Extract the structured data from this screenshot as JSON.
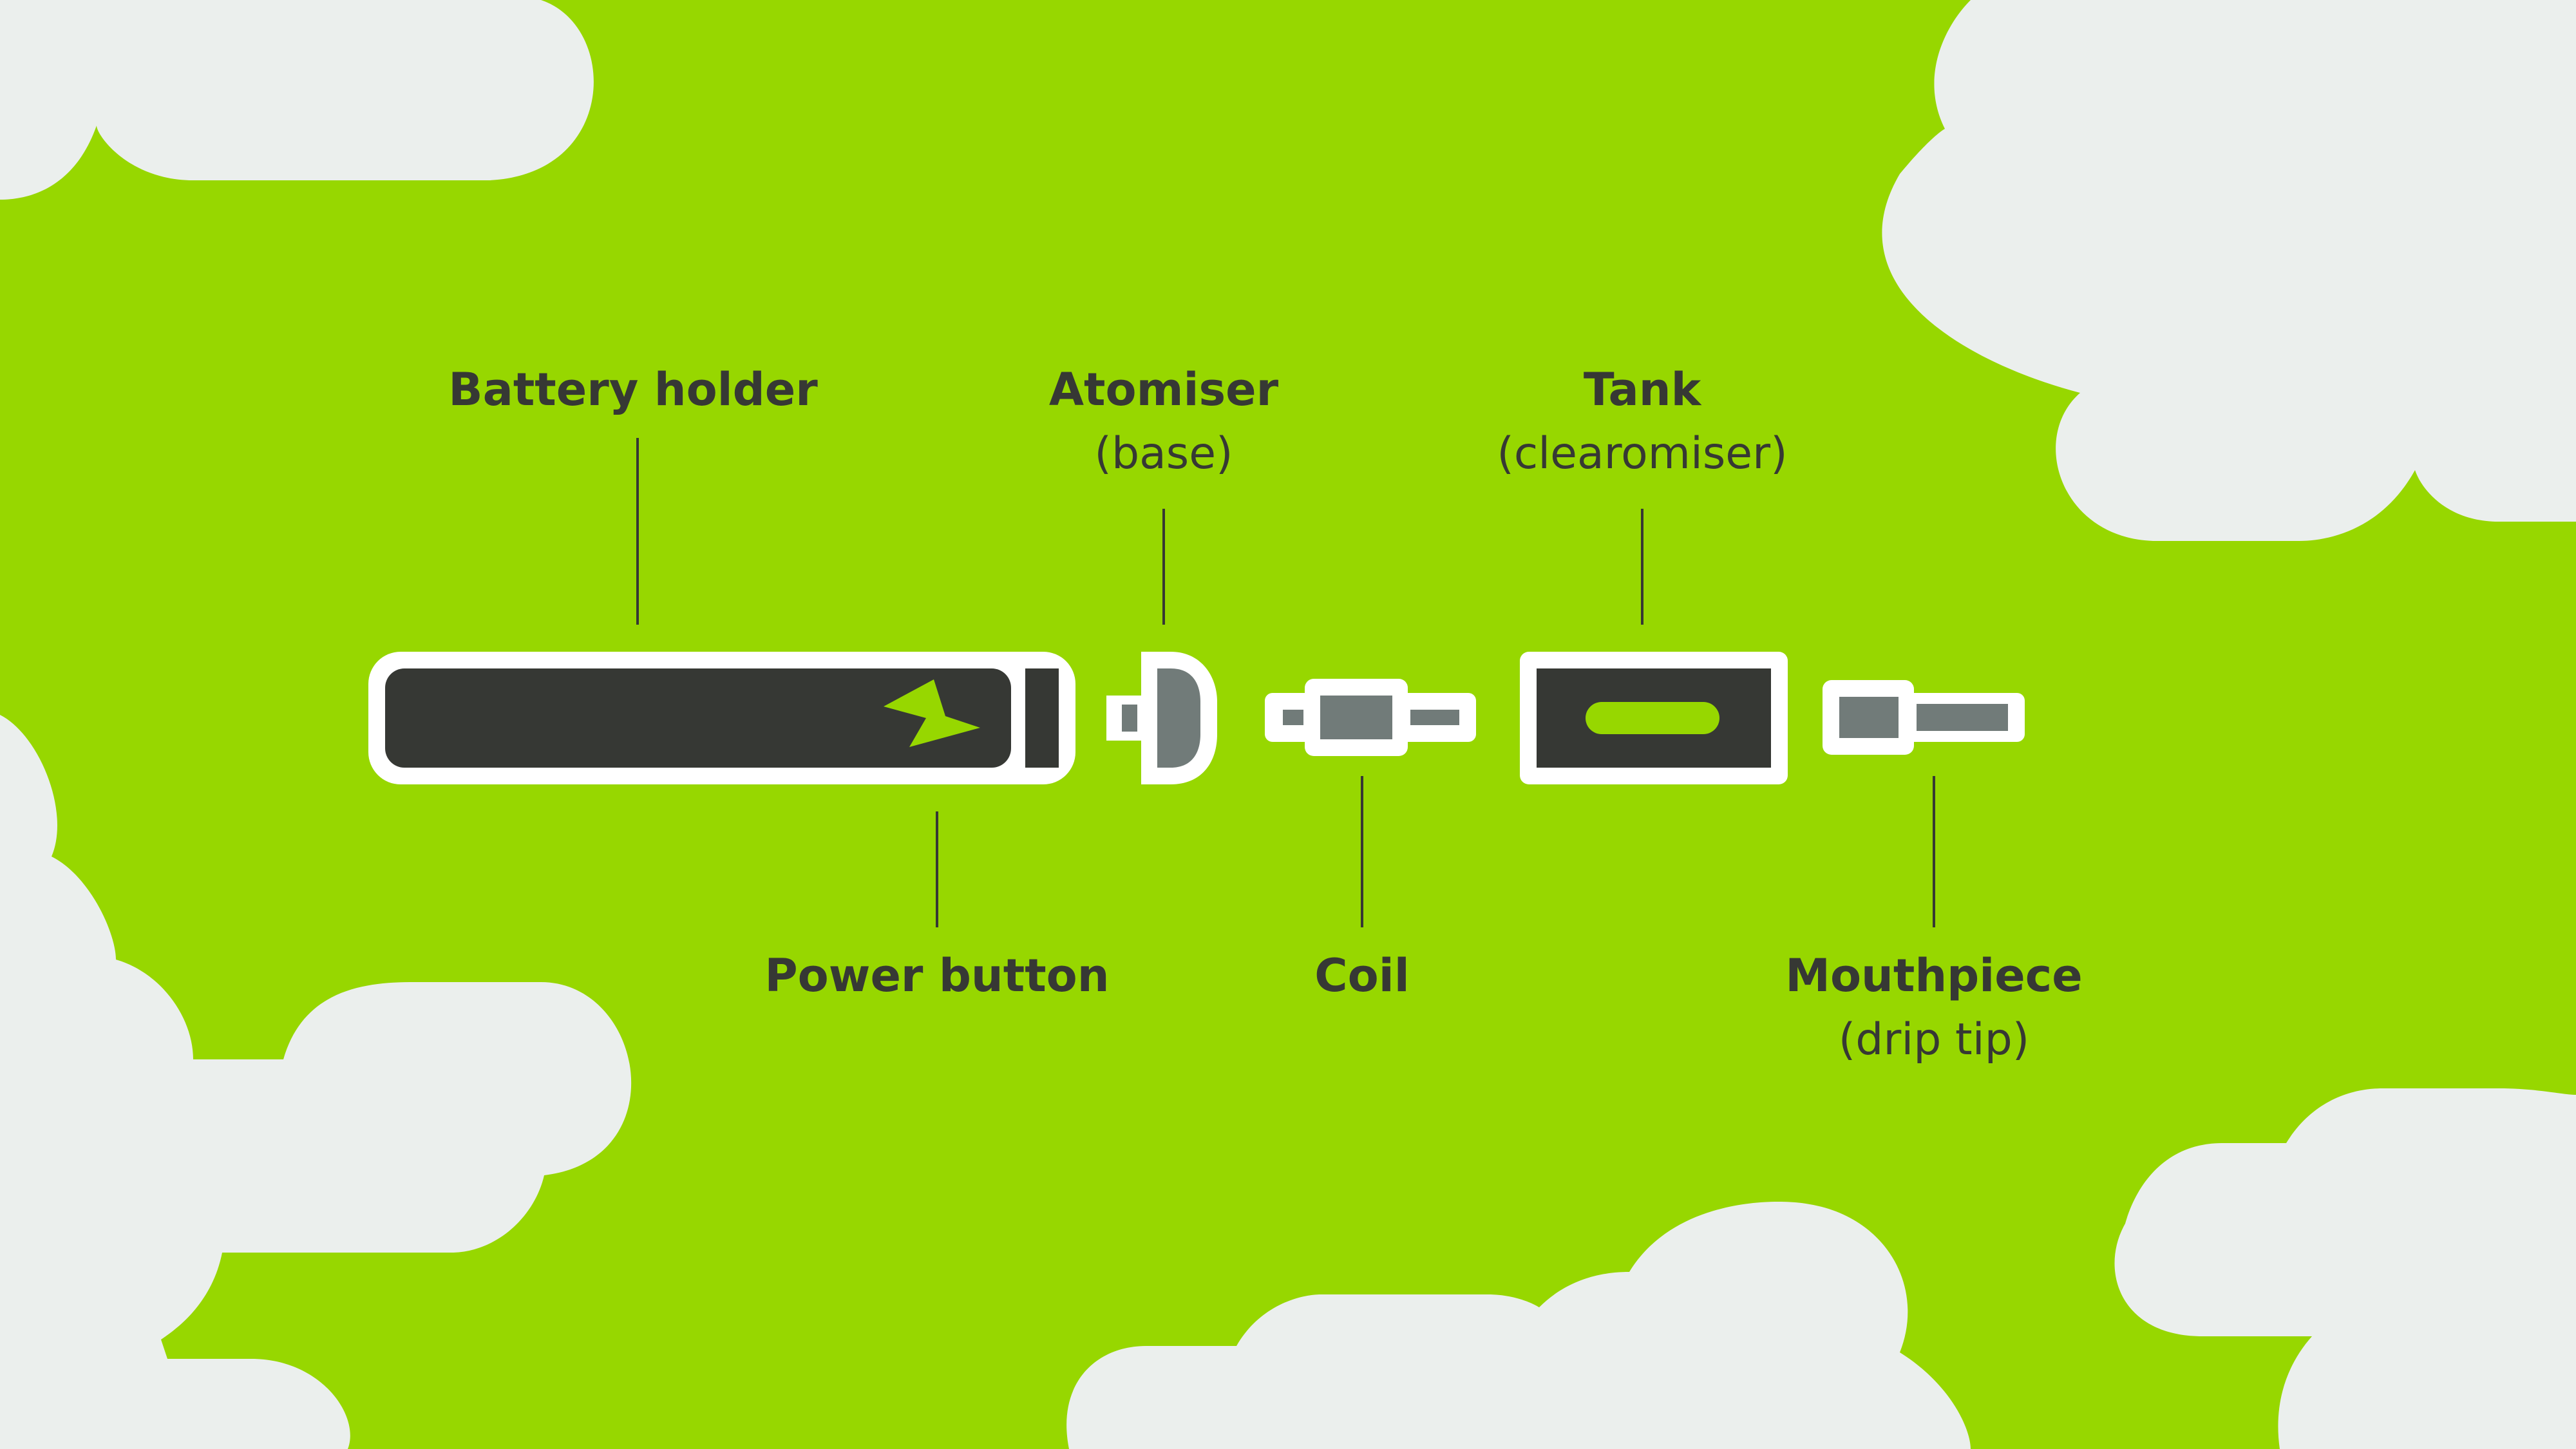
{
  "colors": {
    "background": "#97d700",
    "cloud": "#ebefed",
    "dark": "#363834",
    "grey": "#717b79",
    "outline": "#ffffff",
    "accent": "#97d700"
  },
  "labels": {
    "battery_holder": {
      "title": "Battery holder"
    },
    "atomiser": {
      "title": "Atomiser",
      "subtitle": "(base)"
    },
    "tank": {
      "title": "Tank",
      "subtitle": "(clearomiser)"
    },
    "power_button": {
      "title": "Power button"
    },
    "coil": {
      "title": "Coil"
    },
    "mouthpiece": {
      "title": "Mouthpiece",
      "subtitle": "(drip tip)"
    }
  },
  "icons": {
    "battery": "lightning-bolt-icon"
  }
}
